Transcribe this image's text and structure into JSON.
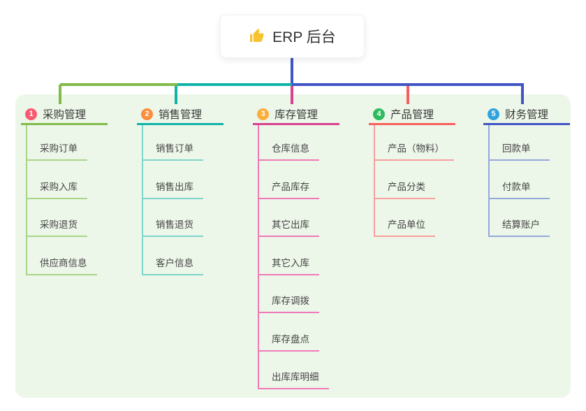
{
  "root": {
    "label": "ERP 后台",
    "icon": "thumbs-up-icon",
    "icon_color": "#f7c331"
  },
  "branches": [
    {
      "number": "1",
      "label": "采购管理",
      "color": "#82bb4a",
      "light_color": "#aad489",
      "badge_color": "#f85b70",
      "children": [
        "采购订单",
        "采购入库",
        "采购退货",
        "供应商信息"
      ]
    },
    {
      "number": "2",
      "label": "销售管理",
      "color": "#0fb3a8",
      "light_color": "#7fd5cc",
      "badge_color": "#fb8d3d",
      "children": [
        "销售订单",
        "销售出库",
        "销售退货",
        "客户信息"
      ]
    },
    {
      "number": "3",
      "label": "库存管理",
      "color": "#d8418f",
      "light_color": "#ee7ab8",
      "badge_color": "#fbae3c",
      "children": [
        "仓库信息",
        "产品库存",
        "其它出库",
        "其它入库",
        "库存调拨",
        "库存盘点",
        "出库库明细"
      ]
    },
    {
      "number": "4",
      "label": "产品管理",
      "color": "#f75f5e",
      "light_color": "#f8a09e",
      "badge_color": "#2eba5e",
      "children": [
        "产品（物料）",
        "产品分类",
        "产品单位"
      ]
    },
    {
      "number": "5",
      "label": "财务管理",
      "color": "#4155c5",
      "light_color": "#96a7dc",
      "badge_color": "#2fa4de",
      "children": [
        "回款单",
        "付款单",
        "结算账户"
      ]
    }
  ],
  "colors": {
    "panel_bg": "#edf7e9",
    "root_stem": "#4155c5",
    "canvas_bg": "#ffffff"
  }
}
